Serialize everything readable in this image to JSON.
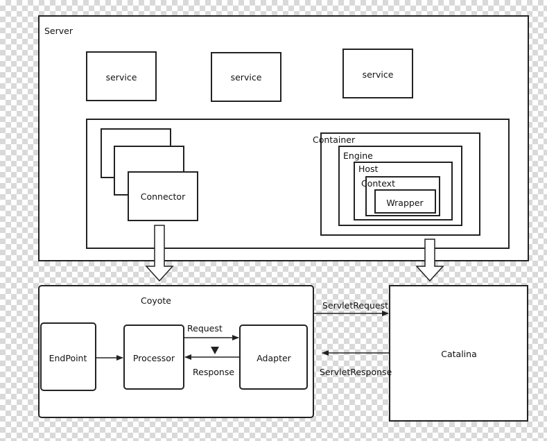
{
  "server": {
    "label": "Server",
    "services": [
      "service",
      "service",
      "service"
    ]
  },
  "connector": {
    "label": "Connector"
  },
  "container": {
    "label": "Container",
    "engine": "Engine",
    "host": "Host",
    "context": "Context",
    "wrapper": "Wrapper"
  },
  "coyote": {
    "label": "Coyote",
    "endpoint": "EndPoint",
    "processor": "Processor",
    "adapter": "Adapter",
    "request": "Request",
    "response": "Response"
  },
  "catalina": {
    "label": "Catalina",
    "servlet_request": "ServletRequest",
    "servlet_response": "ServletResponse"
  }
}
